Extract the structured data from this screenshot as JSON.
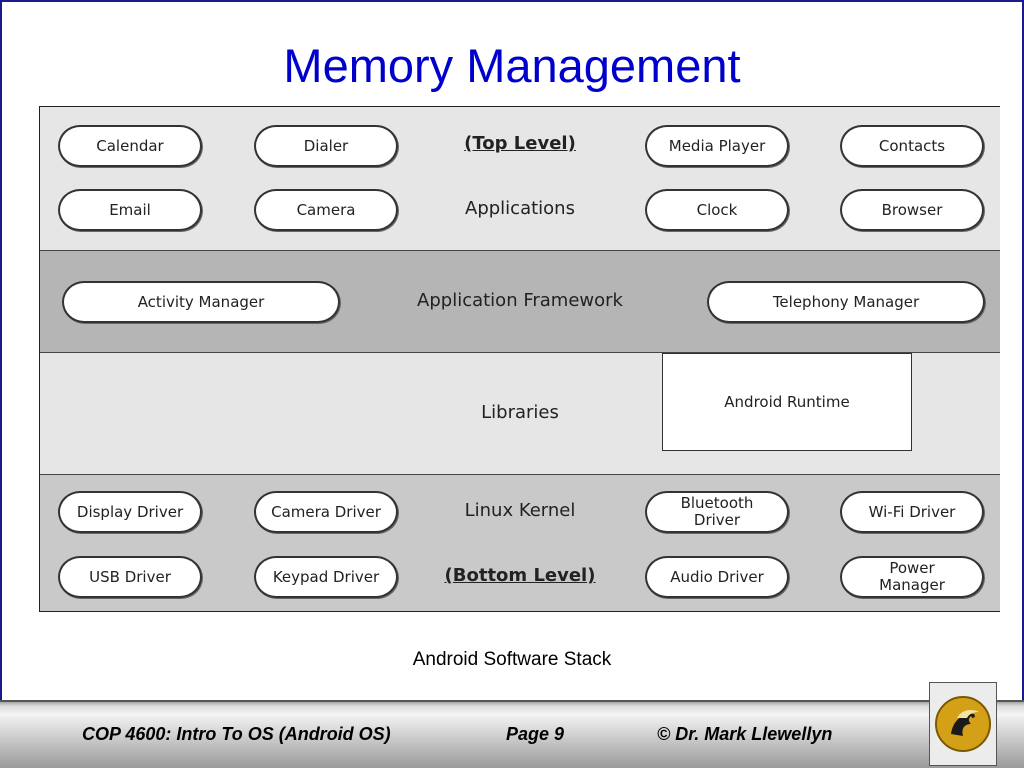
{
  "slide": {
    "title": "Memory Management",
    "caption": "Android Software Stack"
  },
  "diagram": {
    "applications": {
      "top_label": "(Top Level)",
      "label": "Applications",
      "items": [
        "Calendar",
        "Dialer",
        "Media Player",
        "Contacts",
        "Email",
        "Camera",
        "Clock",
        "Browser"
      ]
    },
    "framework": {
      "label": "Application Framework",
      "items": [
        "Activity Manager",
        "Telephony Manager"
      ]
    },
    "libraries": {
      "label": "Libraries",
      "runtime": "Android Runtime"
    },
    "kernel": {
      "label": "Linux Kernel",
      "bottom_label": "(Bottom Level)",
      "items": [
        "Display Driver",
        "Camera Driver",
        "Bluetooth Driver",
        "Wi-Fi Driver",
        "USB Driver",
        "Keypad Driver",
        "Audio Driver",
        "Power Manager"
      ]
    }
  },
  "footer": {
    "course": "COP 4600: Intro To OS  (Android OS)",
    "page": "Page 9",
    "author": "© Dr. Mark Llewellyn"
  },
  "colors": {
    "title": "#0000cc",
    "frame": "#1a1a8c",
    "logo_gold": "#d4a017"
  },
  "icons": {
    "logo": "pegasus-logo-icon"
  }
}
